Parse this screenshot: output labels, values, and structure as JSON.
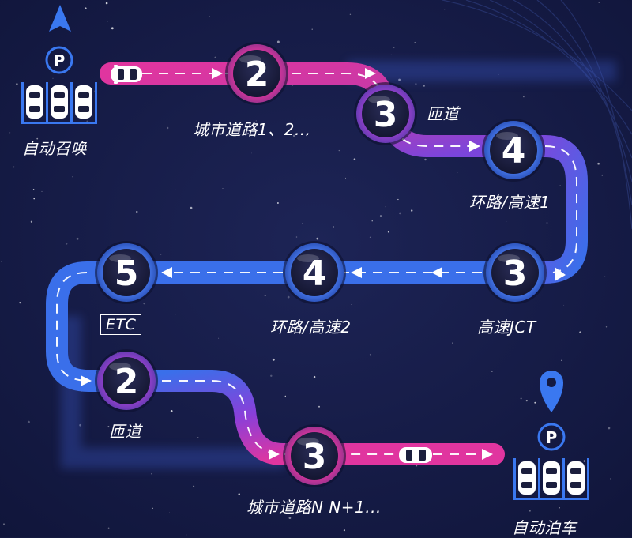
{
  "colors": {
    "background": "#141a40",
    "pink": "#e0359f",
    "purple": "#8a3fd9",
    "blue": "#3a6fea",
    "node_ring": "#2a2f6e",
    "node_fill": "#1b1e3d",
    "icon_blue": "#3a78f0"
  },
  "start": {
    "label": "自动召唤",
    "parking_letter": "P"
  },
  "end": {
    "label": "自动泊车",
    "parking_letter": "P"
  },
  "stages": [
    {
      "id": "s1",
      "number": "2",
      "label": "城市道路1、2..."
    },
    {
      "id": "s2",
      "number": "3",
      "label": "匝道"
    },
    {
      "id": "s3",
      "number": "4",
      "label": "环路/高速1"
    },
    {
      "id": "s4",
      "number": "3",
      "label": "高速JCT"
    },
    {
      "id": "s5",
      "number": "4",
      "label": "环路/高速2"
    },
    {
      "id": "s6",
      "number": "5",
      "label": "ETC"
    },
    {
      "id": "s7",
      "number": "2",
      "label": "匝道"
    },
    {
      "id": "s8",
      "number": "3",
      "label": "城市道路N N+1..."
    }
  ]
}
